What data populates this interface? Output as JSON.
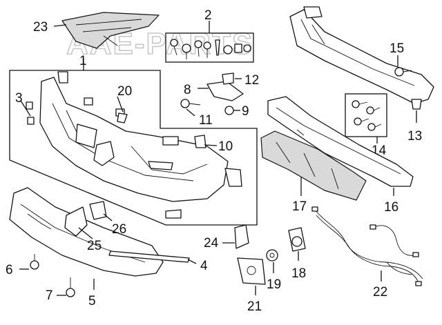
{
  "watermark": "AAE-PARTS",
  "callouts": {
    "c1": "1",
    "c2": "2",
    "c3": "3",
    "c4": "4",
    "c5": "5",
    "c6": "6",
    "c7": "7",
    "c8": "8",
    "c9": "9",
    "c10": "10",
    "c11": "11",
    "c12": "12",
    "c13": "13",
    "c14": "14",
    "c15": "15",
    "c16": "16",
    "c17": "17",
    "c18": "18",
    "c19": "19",
    "c20": "20",
    "c21": "21",
    "c22": "22",
    "c23": "23",
    "c24": "24",
    "c25": "25",
    "c26": "26"
  }
}
